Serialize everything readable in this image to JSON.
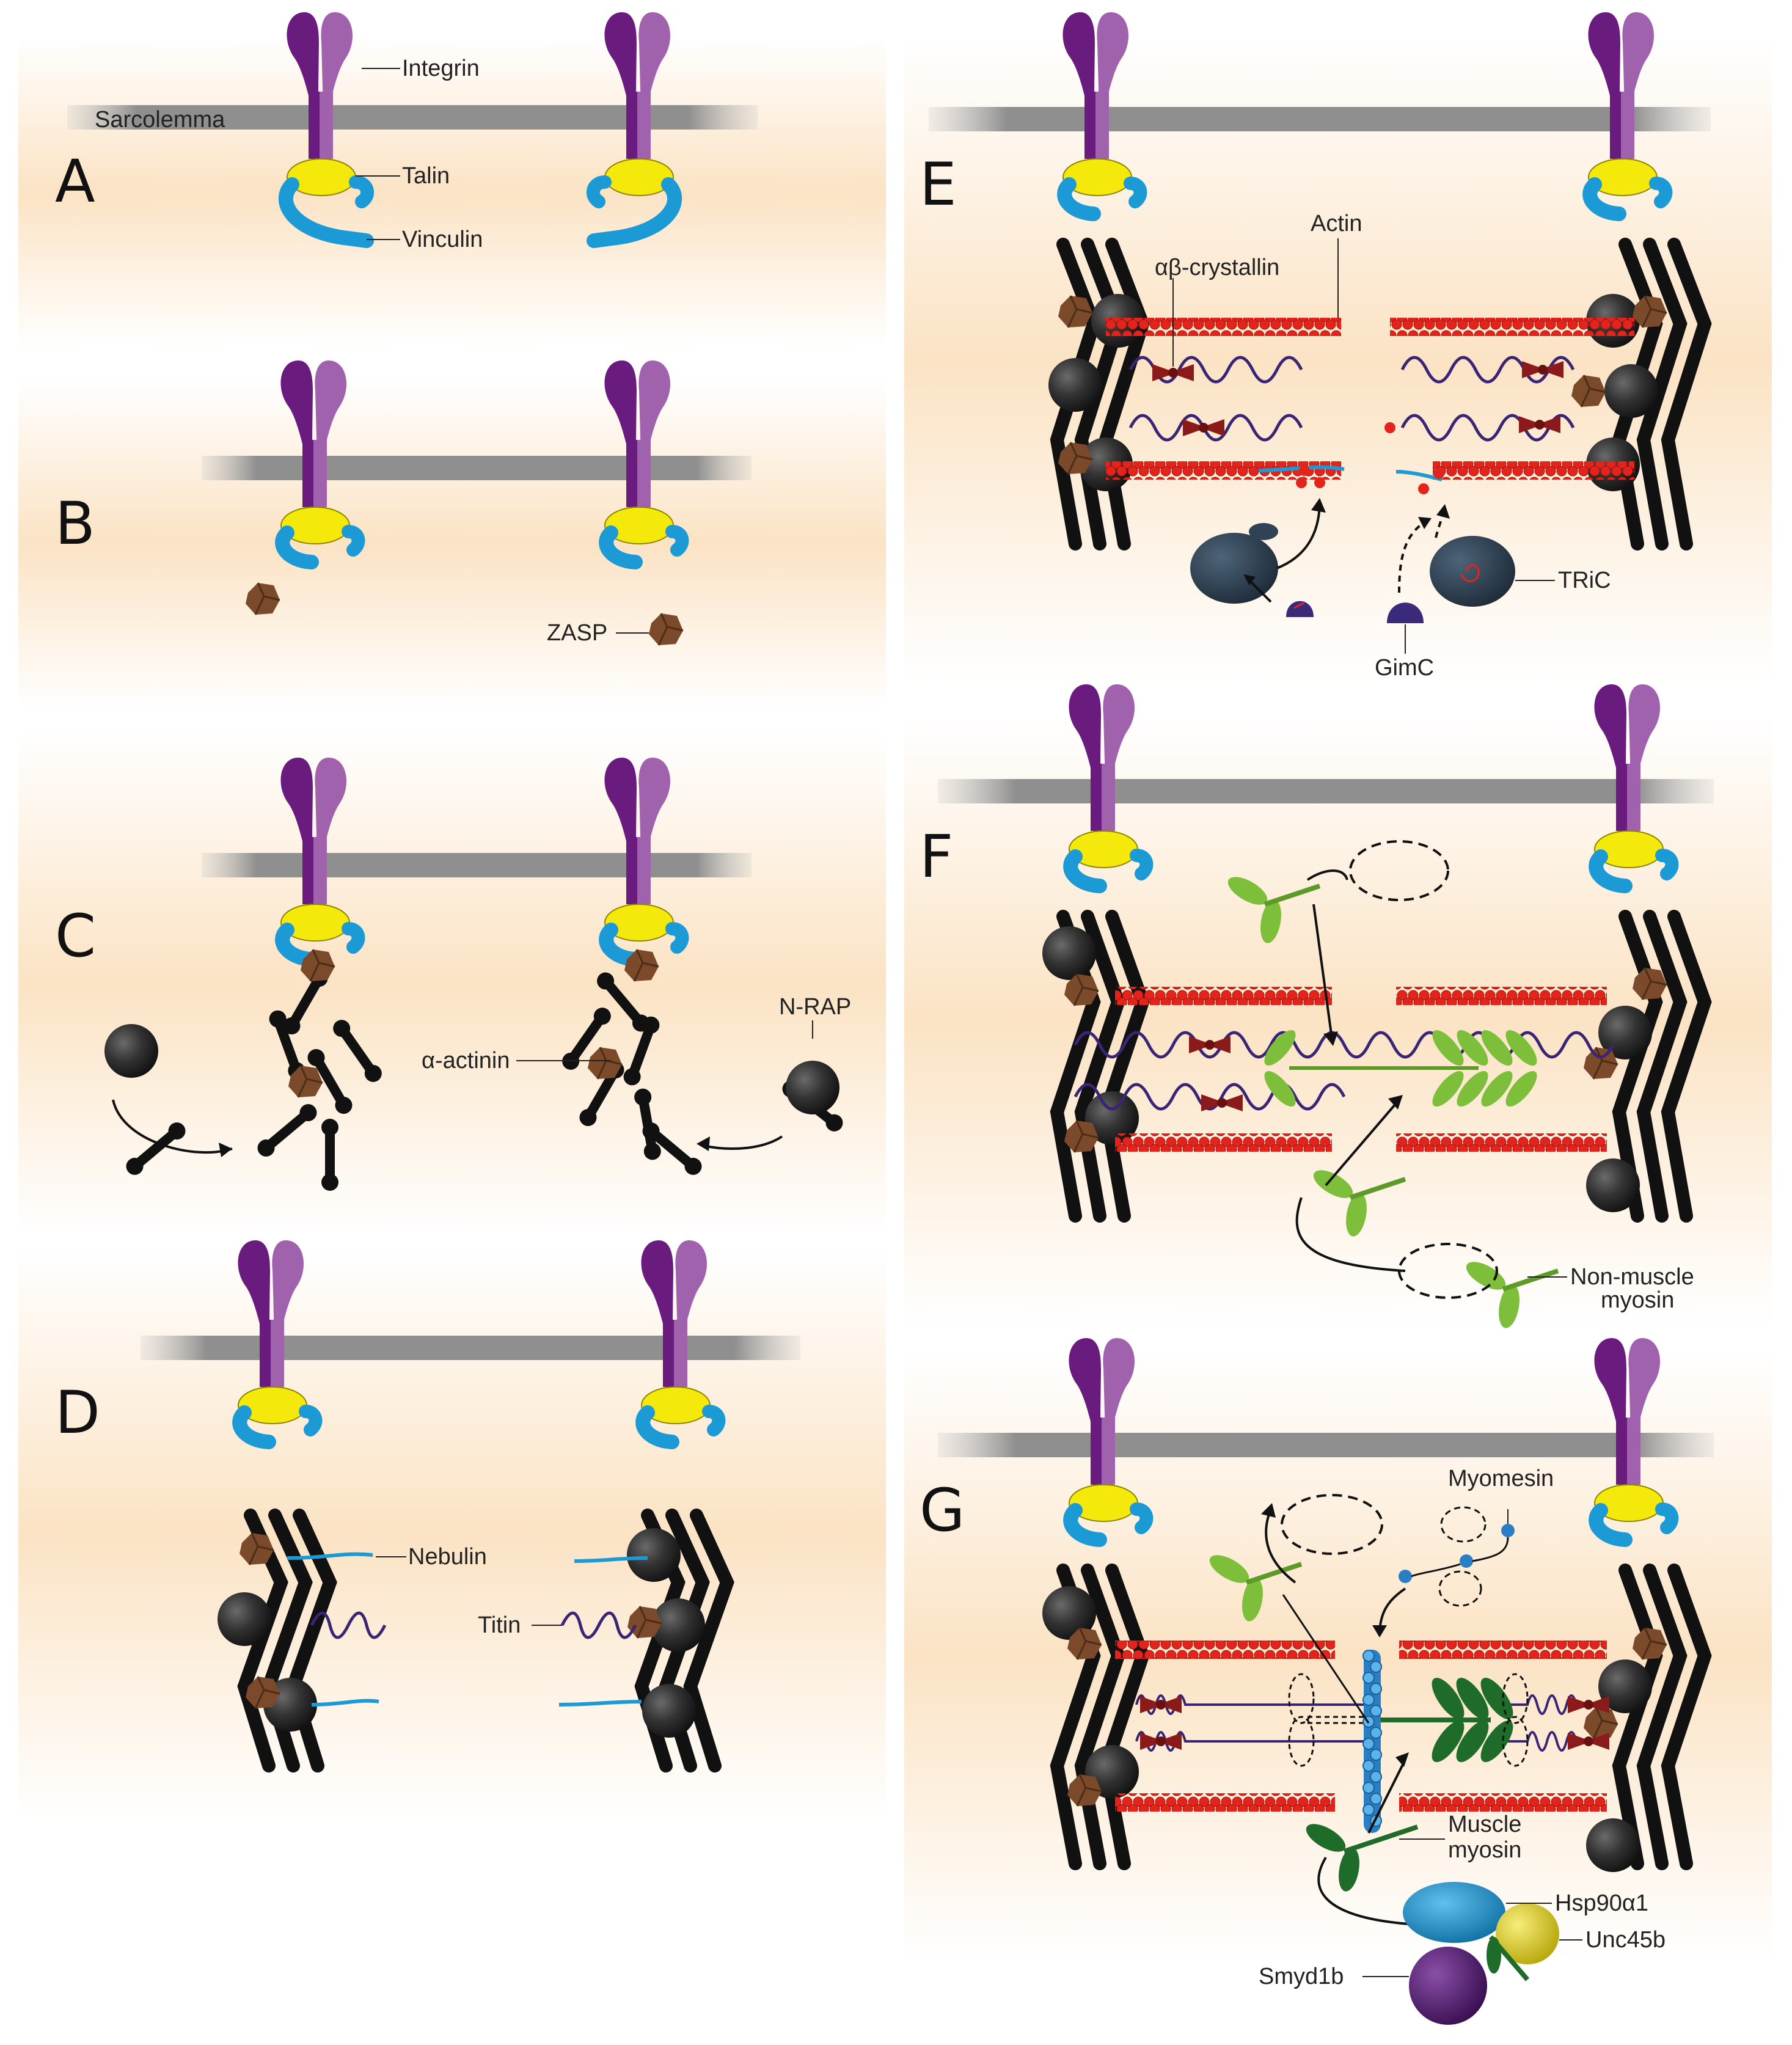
{
  "panels": {
    "A": {
      "letter": "A"
    },
    "B": {
      "letter": "B"
    },
    "C": {
      "letter": "C"
    },
    "D": {
      "letter": "D"
    },
    "E": {
      "letter": "E"
    },
    "F": {
      "letter": "F"
    },
    "G": {
      "letter": "G"
    }
  },
  "labels": {
    "sarcolemma": "Sarcolemma",
    "integrin": "Integrin",
    "talin": "Talin",
    "vinculin": "Vinculin",
    "zasp": "ZASP",
    "alpha_actinin": "α-actinin",
    "nrap": "N-RAP",
    "nebulin": "Nebulin",
    "titin": "Titin",
    "actin": "Actin",
    "ab_crystallin": "αβ-crystallin",
    "tric": "TRiC",
    "gimc": "GimC",
    "nonmuscle_myosin_1": "Non-muscle",
    "nonmuscle_myosin_2": "myosin",
    "myomesin": "Myomesin",
    "muscle_myosin_1": "Muscle",
    "muscle_myosin_2": "myosin",
    "hsp90": "Hsp90α1",
    "unc45b": "Unc45b",
    "smyd1b": "Smyd1b"
  },
  "colors": {
    "integrin_dark": "#6a1b7e",
    "integrin_light": "#a062ad",
    "talin": "#f5e90c",
    "vinculin": "#1b9ad6",
    "zasp": "#7a4a2a",
    "actinin": "#111111",
    "nrap": "#3a3a3a",
    "actin": "#e3241d",
    "titin": "#3a2476",
    "crystallin": "#8b1a1a",
    "tric": "#2f4256",
    "gimc": "#3b2a7a",
    "nonmuscle_myosin": "#7dbf3a",
    "muscle_myosin": "#1f6b2a",
    "myomesin": "#2a7fc4",
    "hsp90": "#1e9ad6",
    "unc45b": "#e6d423",
    "smyd1b": "#5a1f78",
    "background_band": "#fbe3c4"
  }
}
